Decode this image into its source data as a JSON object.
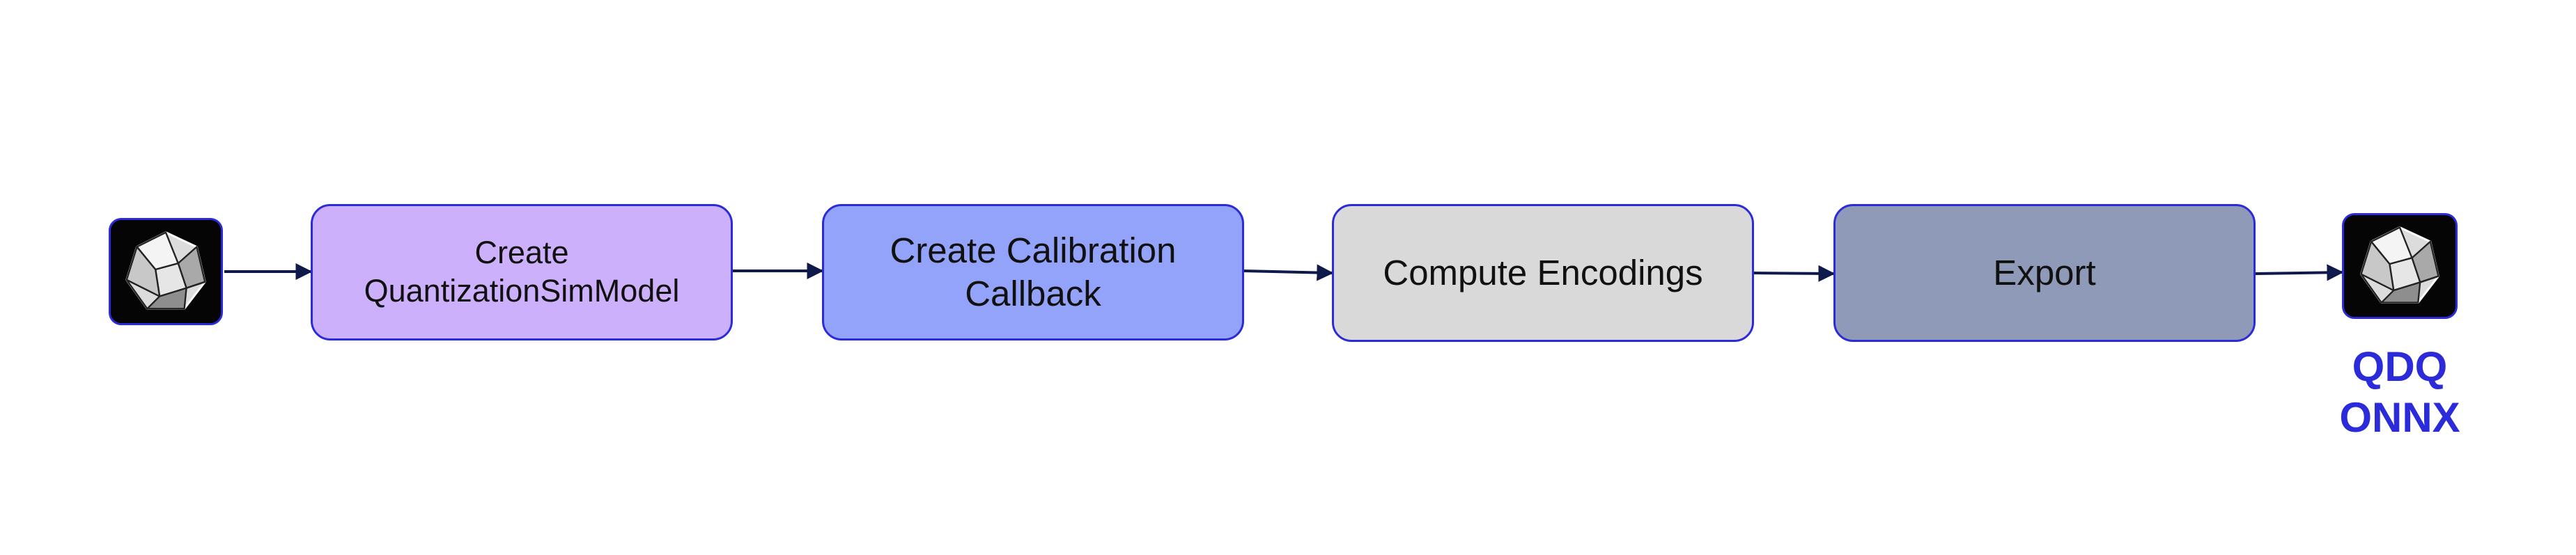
{
  "diagram": {
    "steps": [
      {
        "id": "create-quantsim",
        "label": "Create\nQuantizationSimModel",
        "fill": "#cdb0fc"
      },
      {
        "id": "create-calibration-callback",
        "label": "Create Calibration\nCallback",
        "fill": "#93a3f9"
      },
      {
        "id": "compute-encodings",
        "label": "Compute Encodings",
        "fill": "#d9d9d9"
      },
      {
        "id": "export",
        "label": "Export",
        "fill": "#8f99b8"
      }
    ],
    "output": {
      "line1": "QDQ",
      "line2": "ONNX"
    },
    "icons": {
      "input": "polyhedron-model-icon",
      "output": "polyhedron-model-icon"
    },
    "colors": {
      "border": "#2b2bd9",
      "arrow": "#0f1a4a",
      "output_text": "#2b2bd9",
      "icon_bg": "#050505"
    }
  }
}
